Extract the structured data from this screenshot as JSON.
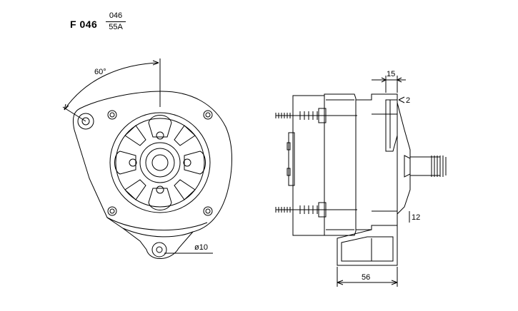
{
  "header": {
    "model": "F 046",
    "fraction_top": "046",
    "fraction_bottom": "55A"
  },
  "dimensions": {
    "angle": "60°",
    "hole_diameter": "ø10",
    "top_width": "15",
    "top_gap": "2",
    "bottom_gap": "12",
    "base_width": "56"
  }
}
